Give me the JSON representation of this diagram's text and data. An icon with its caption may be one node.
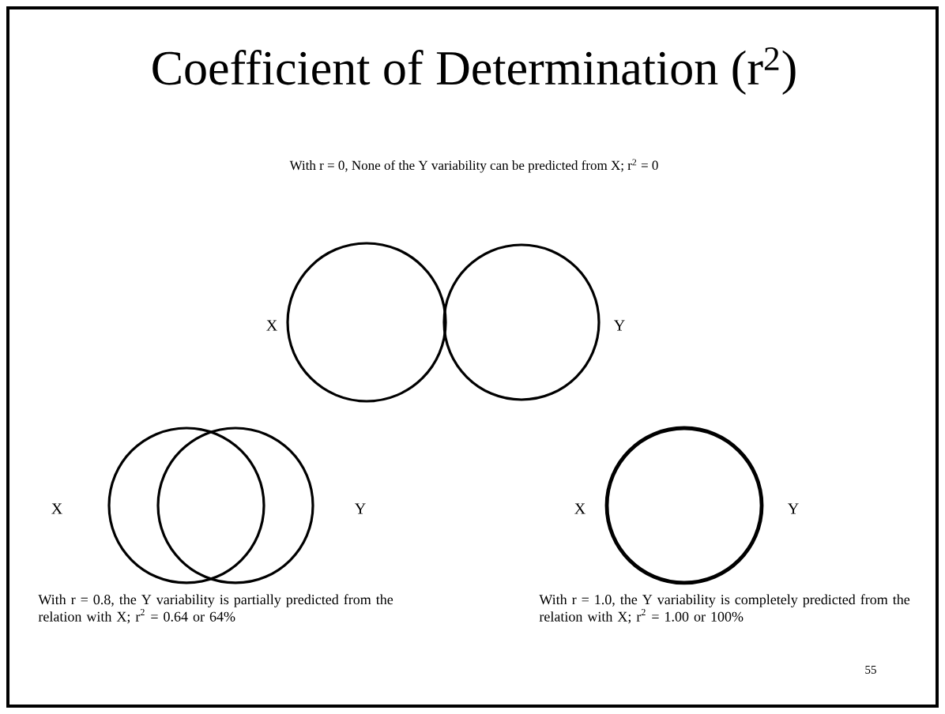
{
  "diagram": {
    "title": "Coefficient of Determination (r$^{2}$)",
    "nodes": [
      {
        "text": [],
        "shape": "circle"
      },
      {
        "text": [],
        "shape": "circle"
      },
      {
        "text": [],
        "shape": "circle"
      },
      {
        "text": [],
        "shape": "circle"
      },
      {
        "text": [],
        "shape": "circle"
      }
    ],
    "edges": [],
    "labels": [
      "With r = 0, None of the Y variability can be predicted from X; r$^{2}$ = 0",
      "X",
      "Y",
      "X",
      "Y",
      "X",
      "Y",
      "With r = 0.8, the Y variability is partially predicted from the relation with X; r$^{2}$ = 0.64 or 64%",
      "With r = 1.0, the Y variability is completely predicted from the relation with X; r$^{2}$ = 1.00 or 100%",
      "55"
    ]
  }
}
